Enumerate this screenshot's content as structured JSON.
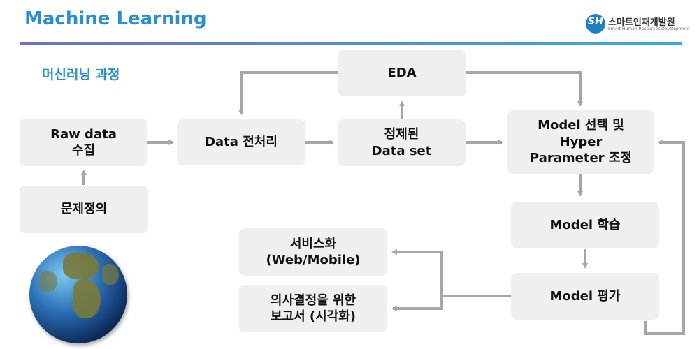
{
  "header": {
    "title": "Machine Learning"
  },
  "logo": {
    "name": "스마트인재개발원",
    "sub": "Smart Human Resources Development",
    "mark": "SH"
  },
  "subtitle": "머신러닝 과정",
  "boxes": {
    "eda": "EDA",
    "raw_data": "Raw data\n수집",
    "preprocess": "Data 전처리",
    "refined": "정제된\nData set",
    "model_select": "Model 선택 및\nHyper\nParameter 조정",
    "problem": "문제정의",
    "train": "Model 학습",
    "service": "서비스화\n(Web/Mobile)",
    "evaluate": "Model 평가",
    "report": "의사결정을 위한\n보고서 (시각화)"
  },
  "image": {
    "icon": "globe-icon"
  }
}
